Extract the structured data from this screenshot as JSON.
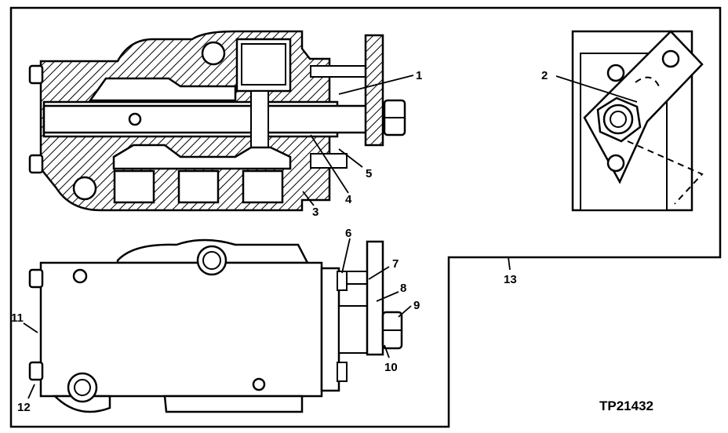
{
  "figure_code": "TP21432",
  "callouts": [
    {
      "id": "c1",
      "text": "1"
    },
    {
      "id": "c2",
      "text": "2"
    },
    {
      "id": "c3",
      "text": "3"
    },
    {
      "id": "c4",
      "text": "4"
    },
    {
      "id": "c5",
      "text": "5"
    },
    {
      "id": "c6",
      "text": "6"
    },
    {
      "id": "c7",
      "text": "7"
    },
    {
      "id": "c8",
      "text": "8"
    },
    {
      "id": "c9",
      "text": "9"
    },
    {
      "id": "c10",
      "text": "10"
    },
    {
      "id": "c11",
      "text": "11"
    },
    {
      "id": "c12",
      "text": "12"
    },
    {
      "id": "c13",
      "text": "13"
    }
  ]
}
